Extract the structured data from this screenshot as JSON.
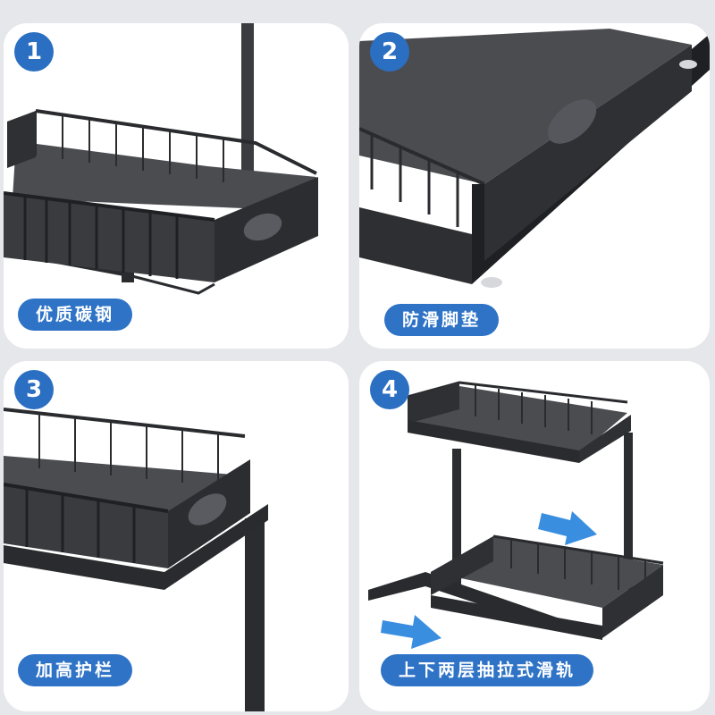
{
  "panels": [
    {
      "number": "1",
      "label": "优质碳钢"
    },
    {
      "number": "2",
      "label": "防滑脚垫"
    },
    {
      "number": "3",
      "label": "加高护栏"
    },
    {
      "number": "4",
      "label": "上下两层抽拉式滑轨"
    }
  ],
  "colors": {
    "accent": "#2f73c6",
    "badge": "#2b6fc2",
    "arrow": "#3a8ee0",
    "metal": "#2c2d30",
    "mat": "#4a4b4e"
  },
  "icons": [
    "arrow-right-icon"
  ]
}
